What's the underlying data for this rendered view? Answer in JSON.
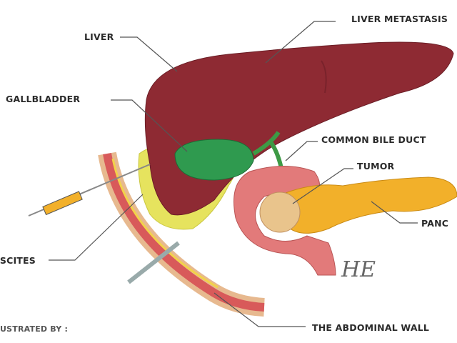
{
  "labels": {
    "liver": "LIVER",
    "liver_metastasis": "LIVER METASTASIS",
    "gallbladder": "GALLBLADDER",
    "common_bile_duct": "COMMON BILE DUCT",
    "tumor": "TUMOR",
    "pancreas": "PANC",
    "ascites": "ASCITES",
    "abdominal_wall": "THE ABDOMINAL WALL"
  },
  "credit": "USTRATED BY :",
  "signature": "HE",
  "colors": {
    "liver": "#8e2a33",
    "gallbladder": "#2f9a4f",
    "ascites": "#e6e35e",
    "pancreas": "#f2b02a",
    "tumor": "#e9c48c",
    "duodenum": "#e27a7a"
  }
}
